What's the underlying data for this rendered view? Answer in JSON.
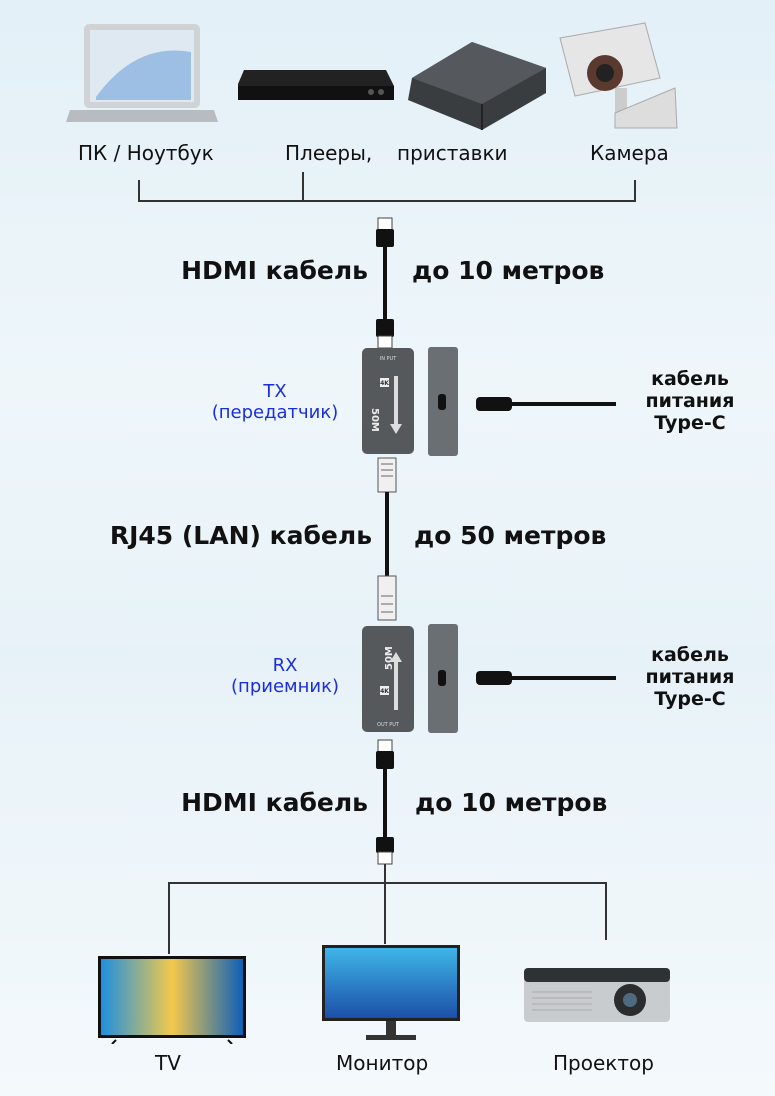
{
  "sources": [
    {
      "label": "ПК / Ноутбук",
      "icon": "laptop-icon"
    },
    {
      "label": "Плееры,",
      "icon": "media-player-icon"
    },
    {
      "label": "приставки",
      "icon": "set-top-box-icon"
    },
    {
      "label": "Камера",
      "icon": "camera-icon"
    }
  ],
  "hdmi_top": {
    "label": "HDMI кабель",
    "length": "до 10 метров"
  },
  "tx": {
    "title": "TX",
    "subtitle": "(передатчик)",
    "device_marks": [
      "4K",
      "50M"
    ]
  },
  "power_tx": {
    "line1": "кабель",
    "line2": "питания",
    "line3": "Type-C"
  },
  "rj45": {
    "label": "RJ45 (LAN) кабель",
    "length": "до 50 метров"
  },
  "rx": {
    "title": "RX",
    "subtitle": "(приемник)",
    "device_marks": [
      "4K",
      "50M"
    ]
  },
  "power_rx": {
    "line1": "кабель",
    "line2": "питания",
    "line3": "Type-C"
  },
  "hdmi_bottom": {
    "label": "HDMI кабель",
    "length": "до 10 метров"
  },
  "outputs": [
    {
      "label": "TV",
      "icon": "tv-icon"
    },
    {
      "label": "Монитор",
      "icon": "monitor-icon"
    },
    {
      "label": "Проектор",
      "icon": "projector-icon"
    }
  ]
}
